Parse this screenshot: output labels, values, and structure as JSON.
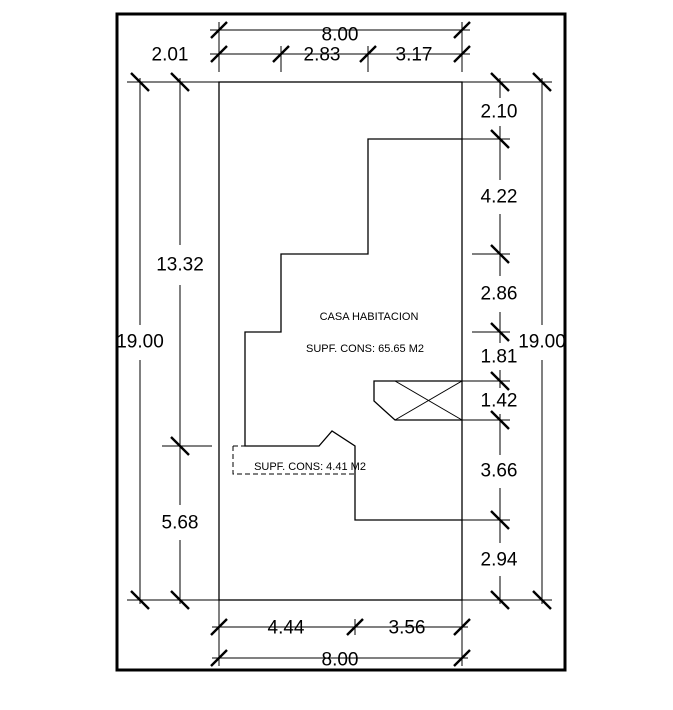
{
  "plan": {
    "top_dimensions": {
      "overall": "8.00",
      "left_setback": "2.01",
      "middle": "2.83",
      "right": "3.17"
    },
    "bottom_dimensions": {
      "left": "4.44",
      "right": "3.56",
      "overall": "8.00"
    },
    "left_dimensions": {
      "overall": "19.00",
      "upper": "13.32",
      "lower": "5.68"
    },
    "right_dimensions": {
      "overall": "19.00",
      "segments": [
        "2.10",
        "4.22",
        "2.86",
        "1.81",
        "1.42",
        "3.66",
        "2.94"
      ]
    },
    "labels": {
      "main_title": "CASA HABITACION",
      "main_area": "SUPF. CONS: 65.65 M2",
      "annex_area": "SUPF. CONS: 4.41 M2"
    },
    "colors": {
      "line": "#000000",
      "background": "#ffffff"
    }
  }
}
